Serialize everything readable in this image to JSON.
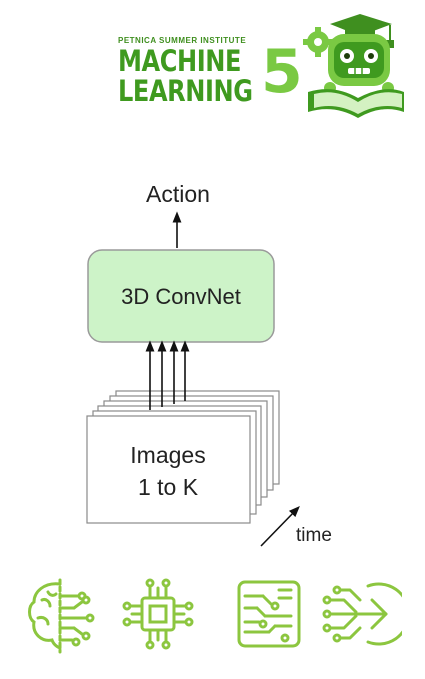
{
  "header": {
    "caption": "PETNICA SUMMER INSTITUTE",
    "line1": "MACHINE",
    "line2": "LEARNING",
    "number": "5"
  },
  "diagram": {
    "output_label": "Action",
    "model_label": "3D ConvNet",
    "input_label_line1": "Images",
    "input_label_line2": "1 to K",
    "axis_label": "time"
  },
  "colors": {
    "logo_green": "#3f9a1f",
    "logo_light_green": "#7ac943",
    "box_fill": "#cdf3c8",
    "icon_green": "#8cc63f"
  },
  "icons": [
    "brain-circuit-icon",
    "cpu-chip-icon",
    "circuit-board-icon",
    "arrow-circuit-icon"
  ]
}
